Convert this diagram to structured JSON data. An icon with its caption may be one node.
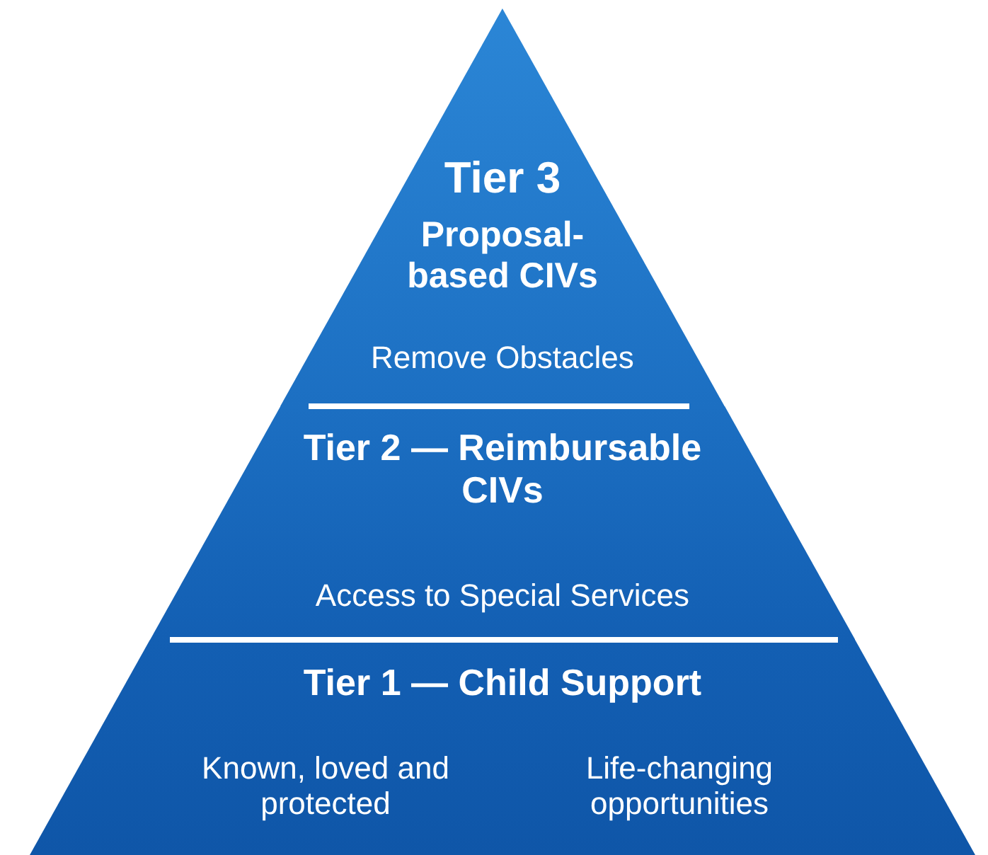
{
  "diagram": {
    "nodes": [
      {
        "text": [
          "Tier 3",
          "Proposal-based CIVs",
          "Remove Obstacles"
        ]
      },
      {
        "text": [
          "Tier 2 — Reimbursable CIVs",
          "Access to Special Services"
        ]
      },
      {
        "text": [
          "Tier 1 — Child Support",
          "Known, loved and protected",
          "Life-changing opportunities"
        ]
      }
    ],
    "edges": []
  }
}
